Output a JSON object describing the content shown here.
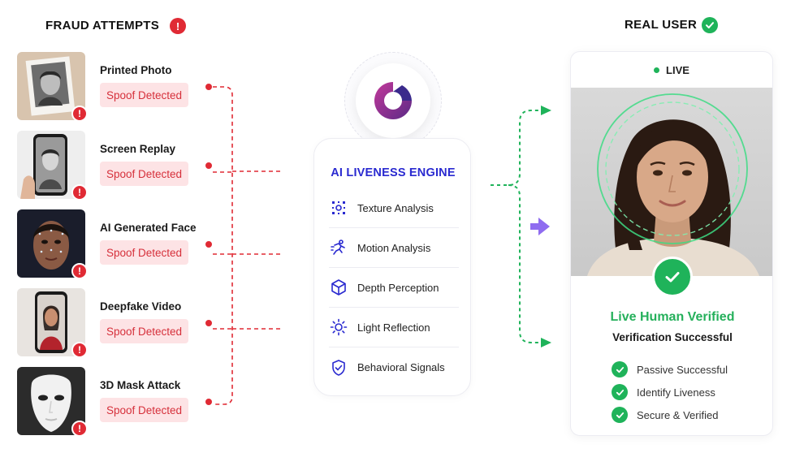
{
  "fraud": {
    "heading": "FRAUD ATTEMPTS",
    "heading_icon": "exclamation-icon",
    "items": [
      {
        "title": "Printed Photo",
        "status": "Spoof Detected",
        "thumb": "printed-photo"
      },
      {
        "title": "Screen Replay",
        "status": "Spoof Detected",
        "thumb": "phone-screen"
      },
      {
        "title": "AI Generated Face",
        "status": "Spoof Detected",
        "thumb": "ai-face"
      },
      {
        "title": "Deepfake Video",
        "status": "Spoof Detected",
        "thumb": "phone-video"
      },
      {
        "title": "3D Mask Attack",
        "status": "Spoof Detected",
        "thumb": "mask"
      }
    ],
    "alert_glyph": "!"
  },
  "engine": {
    "title": "AI LIVENESS ENGINE",
    "features": [
      {
        "label": "Texture Analysis",
        "icon": "texture-scan-icon"
      },
      {
        "label": "Motion Analysis",
        "icon": "motion-run-icon"
      },
      {
        "label": "Depth Perception",
        "icon": "cube-icon"
      },
      {
        "label": "Light Reflection",
        "icon": "sun-icon"
      },
      {
        "label": "Behavioral Signals",
        "icon": "shield-check-icon"
      }
    ]
  },
  "user": {
    "heading": "REAL USER",
    "live_label": "LIVE",
    "verified_title": "Live Human Verified",
    "verified_sub": "Verification Successful",
    "checks": [
      "Passive Successful",
      "Identify Liveness",
      "Secure & Verified"
    ]
  },
  "colors": {
    "danger": "#e02a34",
    "danger_bg": "#fde3e5",
    "success": "#1fb35a",
    "engine_title": "#2a2ad0",
    "arrow_purple": "#8f6cf0"
  }
}
